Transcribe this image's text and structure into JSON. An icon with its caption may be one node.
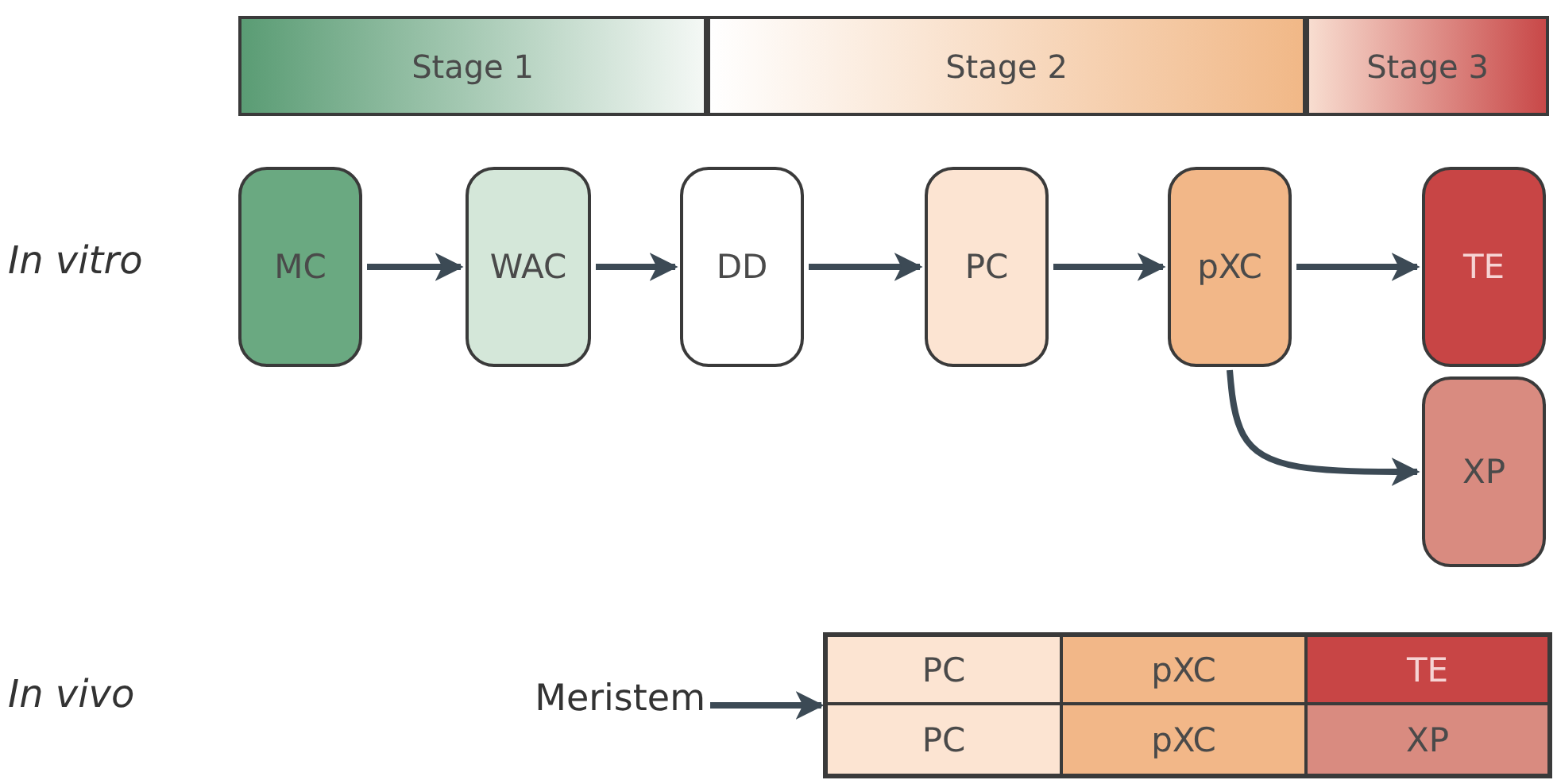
{
  "diagram": {
    "nodes": [
      {
        "text": [
          "Stage 1"
        ]
      },
      {
        "text": [
          "Stage 2"
        ]
      },
      {
        "text": [
          "Stage 3"
        ]
      },
      {
        "text": [
          "MC"
        ]
      },
      {
        "text": [
          "WAC"
        ]
      },
      {
        "text": [
          "DD"
        ]
      },
      {
        "text": [
          "PC"
        ]
      },
      {
        "text": [
          "pXC"
        ]
      },
      {
        "text": [
          "TE"
        ]
      },
      {
        "text": [
          "XP"
        ]
      },
      {
        "text": [
          "Meristem"
        ]
      },
      {
        "text": [],
        "shape": "box"
      },
      {
        "text": [
          "PC"
        ],
        "in": 11
      },
      {
        "text": [
          "pXC"
        ],
        "in": 11
      },
      {
        "text": [
          "TE"
        ],
        "in": 11
      },
      {
        "text": [
          "PC"
        ],
        "in": 11
      },
      {
        "text": [
          "pXC"
        ],
        "in": 11
      },
      {
        "text": [
          "XP"
        ],
        "in": 11
      }
    ],
    "edges": [
      {
        "from": 3,
        "to": 4,
        "arrow": "to"
      },
      {
        "from": 4,
        "to": 5,
        "arrow": "to"
      },
      {
        "from": 5,
        "to": 6,
        "arrow": "to"
      },
      {
        "from": 6,
        "to": 7,
        "arrow": "to"
      },
      {
        "from": 7,
        "to": 8,
        "arrow": "to"
      },
      {
        "from": 7,
        "to": 9,
        "arrow": "to"
      },
      {
        "from": 10,
        "to": 11,
        "arrow": "to"
      }
    ],
    "labels": [
      "In vitro",
      "In vivo"
    ]
  }
}
